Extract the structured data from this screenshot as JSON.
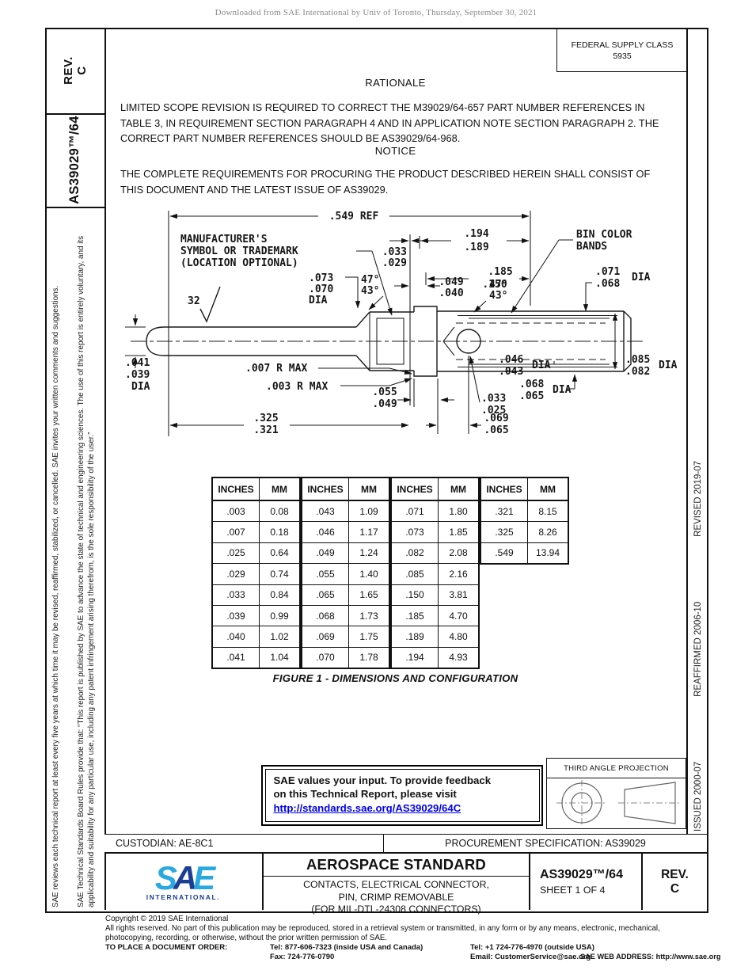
{
  "watermark": "Downloaded from SAE International by Univ of Toronto, Thursday, September 30, 2021",
  "sidebar": {
    "rev_label": "REV.",
    "rev_value": "C",
    "doc_number": "AS39029™/64",
    "legal1": "SAE Technical Standards Board Rules provide that: “This report is published by SAE to advance the state of technical and engineering sciences. The use of this report is entirely voluntary, and its applicability and suitability for any particular use, including any patent infringement arising therefrom, is the sole responsibility of the user.”",
    "legal2": "SAE reviews each technical report at least every five years at which time it may be revised, reaffirmed, stabilized, or cancelled. SAE invites your written comments and suggestions."
  },
  "header": {
    "fsc_line1": "FEDERAL SUPPLY CLASS",
    "fsc_line2": "5935"
  },
  "rationale": {
    "title": "RATIONALE",
    "body": "LIMITED SCOPE REVISION IS REQUIRED TO CORRECT THE M39029/64-657 PART NUMBER REFERENCES IN TABLE 3, IN REQUIREMENT SECTION PARAGRAPH 4 AND IN APPLICATION NOTE SECTION PARAGRAPH 2. THE CORRECT PART NUMBER REFERENCES SHOULD BE AS39029/64-968."
  },
  "notice": {
    "title": "NOTICE",
    "body": "THE COMPLETE REQUIREMENTS FOR PROCURING THE PRODUCT DESCRIBED HEREIN SHALL CONSIST OF THIS DOCUMENT AND THE LATEST ISSUE OF AS39029."
  },
  "drawing": {
    "labels": {
      "ref549": ".549 REF",
      "mfr1": "MANUFACTURER'S",
      "mfr2": "SYMBOL OR TRADEMARK",
      "mfr3": "(LOCATION OPTIONAL)",
      "d194": ".194",
      "d189": ".189",
      "d033": ".033",
      "d029": ".029",
      "d025": ".025",
      "deg47": "47°",
      "deg43": "43°",
      "d073": ".073",
      "d070": ".070",
      "dia": "DIA",
      "surf": "32",
      "bin1": "BIN COLOR",
      "bin2": "BANDS",
      "d185": ".185",
      "d150": ".150",
      "d049": ".049",
      "d040": ".040",
      "d071": ".071",
      "d068": ".068",
      "d085": ".085",
      "d082": ".082",
      "d046": ".046",
      "d043": ".043",
      "d065": ".065",
      "d069": ".069",
      "d055": ".055",
      "d325": ".325",
      "d321": ".321",
      "d041": ".041",
      "d039": ".039",
      "r007": ".007 R MAX",
      "r003": ".003 R MAX"
    }
  },
  "table": {
    "headers": [
      "INCHES",
      "MM"
    ],
    "groups": [
      {
        "rows": [
          [
            ".003",
            "0.08"
          ],
          [
            ".007",
            "0.18"
          ],
          [
            ".025",
            "0.64"
          ],
          [
            ".029",
            "0.74"
          ],
          [
            ".033",
            "0.84"
          ],
          [
            ".039",
            "0.99"
          ],
          [
            ".040",
            "1.02"
          ],
          [
            ".041",
            "1.04"
          ]
        ]
      },
      {
        "rows": [
          [
            ".043",
            "1.09"
          ],
          [
            ".046",
            "1.17"
          ],
          [
            ".049",
            "1.24"
          ],
          [
            ".055",
            "1.40"
          ],
          [
            ".065",
            "1.65"
          ],
          [
            ".068",
            "1.73"
          ],
          [
            ".069",
            "1.75"
          ],
          [
            ".070",
            "1.78"
          ]
        ]
      },
      {
        "rows": [
          [
            ".071",
            "1.80"
          ],
          [
            ".073",
            "1.85"
          ],
          [
            ".082",
            "2.08"
          ],
          [
            ".085",
            "2.16"
          ],
          [
            ".150",
            "3.81"
          ],
          [
            ".185",
            "4.70"
          ],
          [
            ".189",
            "4.80"
          ],
          [
            ".194",
            "4.93"
          ]
        ]
      },
      {
        "rows": [
          [
            ".321",
            "8.15"
          ],
          [
            ".325",
            "8.26"
          ],
          [
            ".549",
            "13.94"
          ]
        ]
      }
    ]
  },
  "figure_caption": "FIGURE 1 - DIMENSIONS AND CONFIGURATION",
  "feedback": {
    "line1": "SAE values your input. To provide feedback",
    "line2": "on this Technical Report, please visit",
    "link": "http://standards.sae.org/AS39029/64C"
  },
  "projection": {
    "title": "THIRD ANGLE PROJECTION"
  },
  "revision_history": [
    "ISSUED 2000-07",
    "REAFFIRMED 2006-10",
    "REVISED 2019-07"
  ],
  "footer_bar": {
    "custodian": "CUSTODIAN: AE-8C1",
    "procurement": "PROCUREMENT SPECIFICATION: AS39029"
  },
  "title_block": {
    "logo_s": "S",
    "logo_a": "A",
    "logo_e": "E",
    "logo_sub": "INTERNATIONAL.",
    "standard_type": "AEROSPACE STANDARD",
    "title_line1": "CONTACTS, ELECTRICAL CONNECTOR,",
    "title_line2": "PIN, CRIMP REMOVABLE",
    "title_line3": "(FOR MIL-DTL-24308 CONNECTORS)",
    "doc_number": "AS39029™/64",
    "sheet": "SHEET 1 OF 4",
    "rev_label": "REV.",
    "rev_value": "C"
  },
  "copyright": {
    "line1": "Copyright © 2019 SAE International",
    "line2": "All rights reserved. No part of this publication may be reproduced, stored in a retrieval system or transmitted, in any form or by any means, electronic, mechanical, photocopying, recording, or otherwise, without the prior written permission of SAE.",
    "order_label": "TO PLACE A DOCUMENT ORDER:",
    "tel1": "Tel: 877-606-7323 (inside USA and Canada)",
    "tel2": "Tel: +1 724-776-4970 (outside USA)",
    "fax": "Fax: 724-776-0790",
    "email": "Email: CustomerService@sae.org",
    "web": "SAE WEB ADDRESS: http://www.sae.org"
  }
}
